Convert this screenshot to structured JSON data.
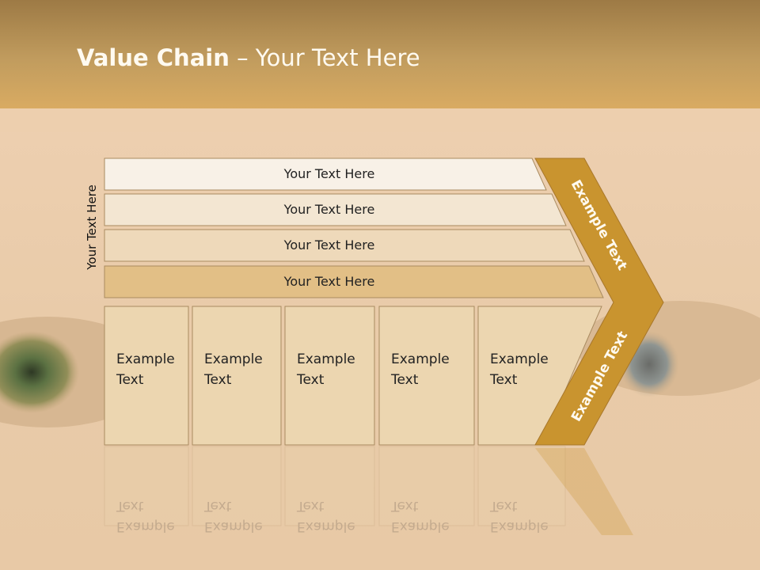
{
  "title": {
    "bold": "Value Chain",
    "rest": " – Your Text Here"
  },
  "side_label": "Your Text Here",
  "bars": [
    {
      "label": "Your Text Here",
      "color": "#f8f1e7"
    },
    {
      "label": "Your Text Here",
      "color": "#f3e6d2"
    },
    {
      "label": "Your Text Here",
      "color": "#eed9ba"
    },
    {
      "label": "Your Text Here",
      "color": "#e2bf86"
    }
  ],
  "boxes": [
    {
      "line1": "Example",
      "line2": "Text"
    },
    {
      "line1": "Example",
      "line2": "Text"
    },
    {
      "line1": "Example",
      "line2": "Text"
    },
    {
      "line1": "Example",
      "line2": "Text"
    },
    {
      "line1": "Example",
      "line2": "Text"
    }
  ],
  "chevron": {
    "top_label": "Example Text",
    "bottom_label": "Example Text",
    "color": "#c9942f"
  },
  "colors": {
    "header": "#c9a05a",
    "box_fill": "#ecd6b0",
    "box_stroke": "#a98b60"
  }
}
